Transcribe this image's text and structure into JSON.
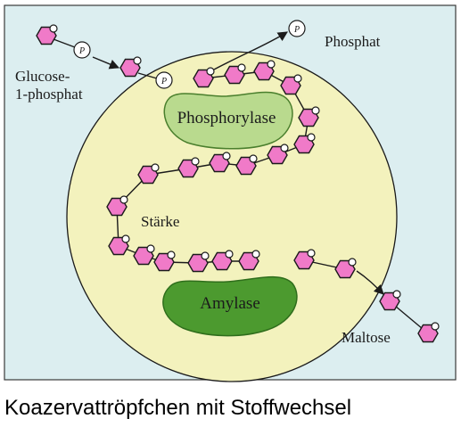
{
  "labels": {
    "glucose_line1": "Glucose-",
    "glucose_line2": "1-phosphat",
    "phosphat": "Phosphat",
    "phosphorylase": "Phosphorylase",
    "staerke": "Stärke",
    "amylase": "Amylase",
    "maltose": "Maltose",
    "phosphate_symbol": "P"
  },
  "caption": "Koazervattröpfchen mit Stoffwechsel",
  "colors": {
    "panel": "#dceef0",
    "droplet": "#f3f2bd",
    "phosphorylase": "#b9da8e",
    "amylase": "#4c9a2f",
    "glucose_unit": "#f07ac8"
  }
}
